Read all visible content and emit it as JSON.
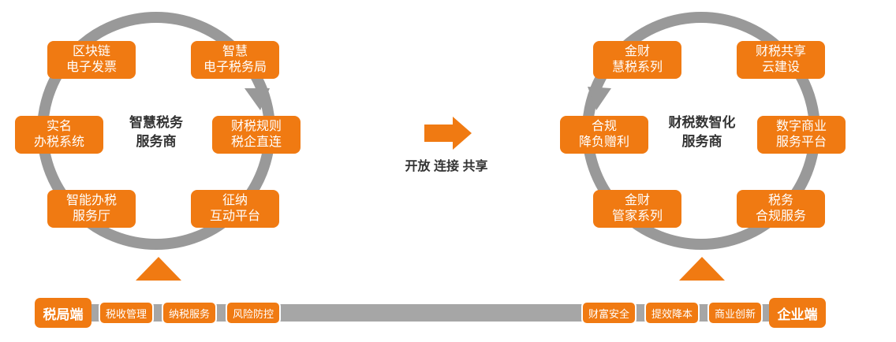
{
  "left_cycle": {
    "center": [
      "智慧税务",
      "服务商"
    ],
    "nodes": [
      {
        "id": "blockchain",
        "lines": [
          "区块链",
          "电子发票"
        ]
      },
      {
        "id": "smart-bureau",
        "lines": [
          "智慧",
          "电子税务局"
        ]
      },
      {
        "id": "tax-rules",
        "lines": [
          "财税规则",
          "税企直连"
        ]
      },
      {
        "id": "interaction",
        "lines": [
          "征纳",
          "互动平台"
        ]
      },
      {
        "id": "smart-hall",
        "lines": [
          "智能办税",
          "服务厅"
        ]
      },
      {
        "id": "realname",
        "lines": [
          "实名",
          "办税系统"
        ]
      }
    ]
  },
  "right_cycle": {
    "center": [
      "财税数智化",
      "服务商"
    ],
    "nodes": [
      {
        "id": "golden-tax",
        "lines": [
          "金财",
          "慧税系列"
        ]
      },
      {
        "id": "shared-cloud",
        "lines": [
          "财税共享",
          "云建设"
        ]
      },
      {
        "id": "digital-commerce",
        "lines": [
          "数字商业",
          "服务平台"
        ]
      },
      {
        "id": "compliance-service",
        "lines": [
          "税务",
          "合规服务"
        ]
      },
      {
        "id": "golden-butler",
        "lines": [
          "金财",
          "管家系列"
        ]
      },
      {
        "id": "compliance-cost",
        "lines": [
          "合规",
          "降负赠利"
        ]
      }
    ]
  },
  "slogan": "开放 连接 共享",
  "bottom_bar": {
    "left_end": "税局端",
    "left_items": [
      "税收管理",
      "纳税服务",
      "风险防控"
    ],
    "right_items": [
      "财富安全",
      "提效降本",
      "商业创新"
    ],
    "right_end": "企业端"
  },
  "colors": {
    "accent": "#f07a12",
    "ring": "#999999",
    "bar": "#a6a6a6"
  }
}
